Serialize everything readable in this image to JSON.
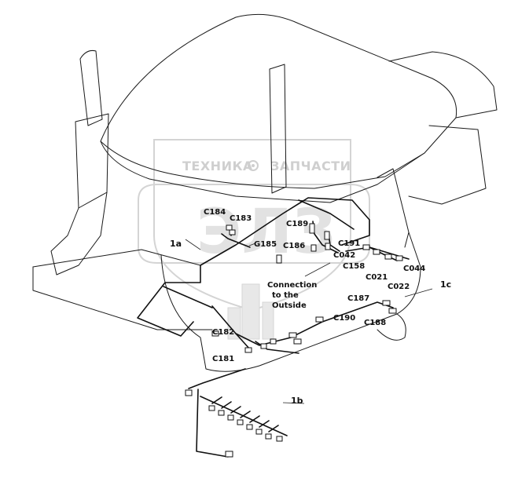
{
  "watermark": {
    "text_left": "ТЕХНИКА",
    "text_right": "ЗАПЧАСТИ",
    "logo_letters": "ЭЛЗ",
    "gear_icon": "gear-icon"
  },
  "labels": {
    "c184": "C184",
    "c183": "C183",
    "g185": "G185",
    "c189": "C189",
    "c186": "C186",
    "c191": "C191",
    "c042": "C042",
    "c158": "C158",
    "c044": "C044",
    "c021": "C021",
    "c022": "C022",
    "c187": "C187",
    "c190": "C190",
    "c188": "C188",
    "c182": "C182",
    "c181": "C181",
    "h1a": "1a",
    "h1b": "1b",
    "h1c": "1c",
    "connection_line1": "Connection",
    "connection_line2": "to the",
    "connection_line3": "Outside"
  },
  "colors": {
    "line": "#111111",
    "watermark": "#cfcfcf",
    "background": "#ffffff"
  }
}
